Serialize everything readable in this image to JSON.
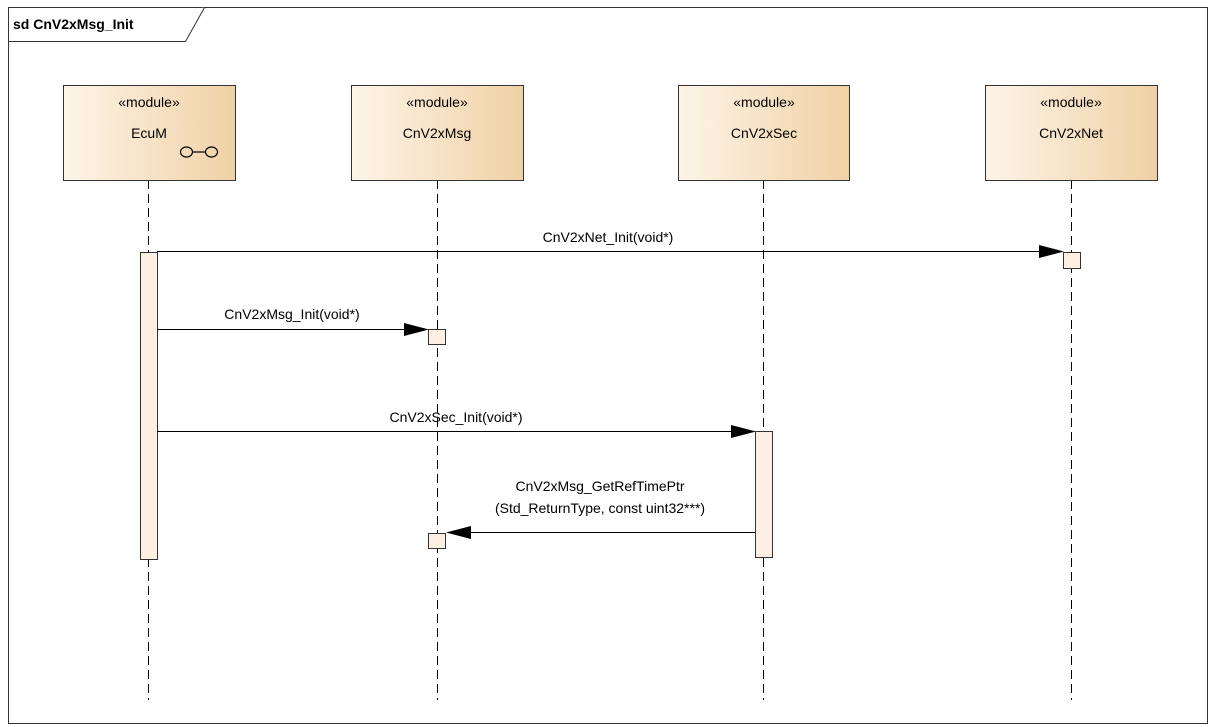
{
  "frame": {
    "title": "sd CnV2xMsg_Init"
  },
  "lifelines": [
    {
      "id": "ecum",
      "stereotype": "«module»",
      "name": "EcuM",
      "has_subsystem_icon": true,
      "icon": "subsystem-icon"
    },
    {
      "id": "msg",
      "stereotype": "«module»",
      "name": "CnV2xMsg"
    },
    {
      "id": "sec",
      "stereotype": "«module»",
      "name": "CnV2xSec"
    },
    {
      "id": "net",
      "stereotype": "«module»",
      "name": "CnV2xNet"
    }
  ],
  "messages": [
    {
      "id": "m1",
      "from": "ecum",
      "to": "net",
      "label": [
        "CnV2xNet_Init(void*)"
      ]
    },
    {
      "id": "m2",
      "from": "ecum",
      "to": "msg",
      "label": [
        "CnV2xMsg_Init(void*)"
      ]
    },
    {
      "id": "m3",
      "from": "ecum",
      "to": "sec",
      "label": [
        "CnV2xSec_Init(void*)"
      ]
    },
    {
      "id": "m4",
      "from": "sec",
      "to": "msg",
      "label": [
        "CnV2xMsg_GetRefTimePtr",
        "(Std_ReturnType, const uint32***)"
      ]
    }
  ],
  "colors": {
    "head_fill_light": "#fdf3e6",
    "head_fill_dark": "#f1d2a6",
    "activation_fill": "#fcf0e2",
    "line": "#000000",
    "frame_border": "#333333"
  }
}
